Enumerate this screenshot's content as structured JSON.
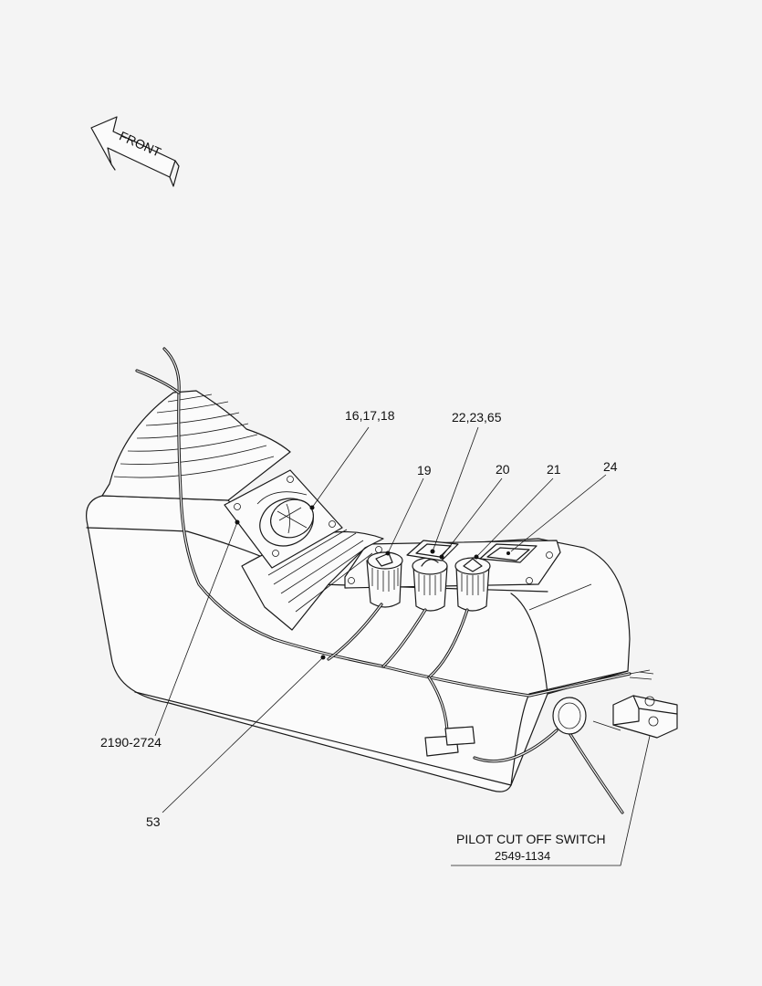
{
  "diagram": {
    "direction_label": "FRONT",
    "callouts": [
      {
        "id": "c-16-17-18",
        "text": "16,17,18"
      },
      {
        "id": "c-22-23-65",
        "text": "22,23,65"
      },
      {
        "id": "c-19",
        "text": "19"
      },
      {
        "id": "c-20",
        "text": "20"
      },
      {
        "id": "c-21",
        "text": "21"
      },
      {
        "id": "c-24",
        "text": "24"
      },
      {
        "id": "c-2190-2724",
        "text": "2190-2724"
      },
      {
        "id": "c-53",
        "text": "53"
      }
    ],
    "pilot_switch": {
      "title": "PILOT CUT OFF SWITCH",
      "part_number": "2549-1134"
    }
  }
}
